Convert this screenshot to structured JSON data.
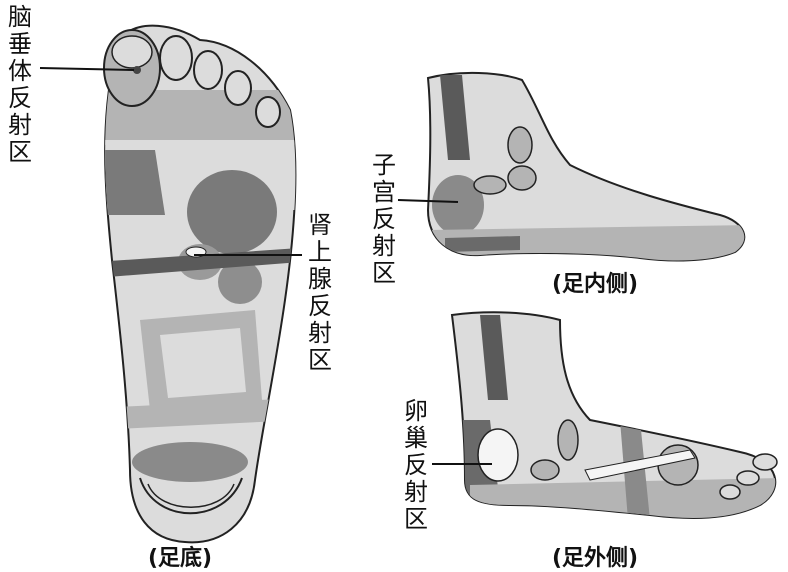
{
  "labels": {
    "pituitary": "脑垂体反射区",
    "adrenal": "肾上腺反射区",
    "uterus": "子宫反射区",
    "ovary": "卵巢反射区"
  },
  "captions": {
    "sole": "(足底)",
    "inner": "(足内侧)",
    "outer": "(足外侧)"
  },
  "colors": {
    "light": "#dcdcdc",
    "mid": "#b4b4b4",
    "dark": "#7a7a7a",
    "outline": "#222222"
  }
}
